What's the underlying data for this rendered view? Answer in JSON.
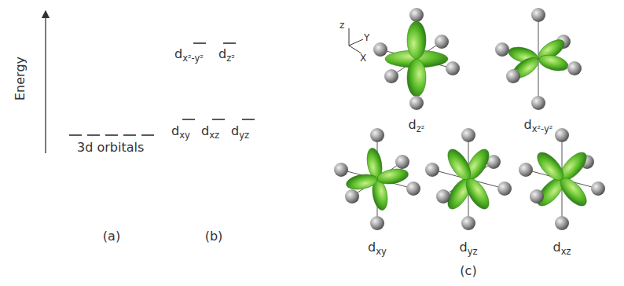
{
  "diagram": {
    "labels": [
      "Energy",
      "3d orbitals",
      "(a)",
      "dx²-y²",
      "dz²",
      "dxy",
      "dxz",
      "dyz",
      "(b)",
      "z",
      "Y",
      "X",
      "dz²",
      "dx²-y²",
      "dxy",
      "dyz",
      "dxz",
      "(c)"
    ]
  }
}
